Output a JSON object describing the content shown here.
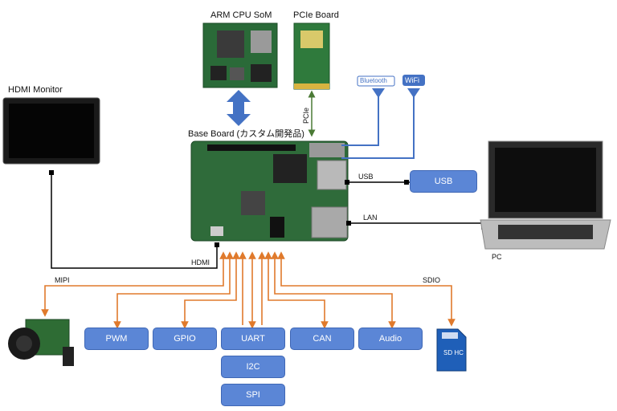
{
  "labels": {
    "arm_som": "ARM CPU SoM",
    "pcie_board": "PCIe Board",
    "hdmi_monitor": "HDMI Monitor",
    "base_board": "Base Board (カスタム開発品)",
    "bluetooth": "Bluetooth",
    "wifi": "WiFi",
    "pcie": "PCIe",
    "usb": "USB",
    "lan": "LAN",
    "hdmi": "HDMI",
    "mipi": "MIPI",
    "sdio": "SDIO",
    "pc": "PC",
    "sd_card": "SD HC"
  },
  "boxes": {
    "usb": "USB",
    "pwm": "PWM",
    "gpio": "GPIO",
    "uart": "UART",
    "can": "CAN",
    "audio": "Audio",
    "i2c": "I2C",
    "spi": "SPI"
  },
  "colors": {
    "box_fill": "#5b86d6",
    "arrow_orange": "#e07a2c",
    "arrow_blue": "#4472c4",
    "arrow_green": "#4a7a35",
    "line_black": "#000000",
    "board_green": "#2f6b3a"
  }
}
